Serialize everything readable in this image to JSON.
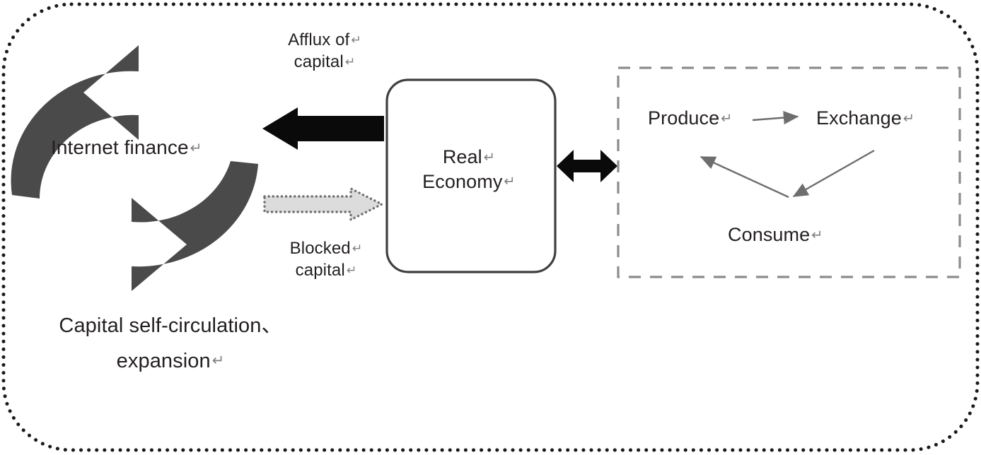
{
  "diagram": {
    "title": "Internet finance and real economy capital flow diagram",
    "outer_frame": {
      "name": "outer-dotted-frame",
      "style": "dotted",
      "color": "#1a1a1a"
    },
    "cycle_ring": {
      "name": "internet-finance-cycle",
      "label": "Internet finance",
      "pilcrow": "↵",
      "color": "#4a4a4a",
      "direction": "counter-clockwise"
    },
    "caption_left": {
      "name": "capital-self-circulation-caption",
      "lines": [
        "Capital self-circulation、",
        "expansion"
      ],
      "pilcrow": "↵"
    },
    "real_economy_box": {
      "name": "real-economy-box",
      "lines": [
        "Real",
        "Economy"
      ],
      "pilcrow": "↵",
      "border_color": "#3f3f3f",
      "fill": "#ffffff"
    },
    "arrows": {
      "afflux": {
        "name": "afflux-of-capital-arrow",
        "label_lines": [
          "Afflux of",
          "capital"
        ],
        "pilcrow": "↵",
        "direction": "left",
        "style": "solid",
        "color": "#0a0a0a"
      },
      "blocked": {
        "name": "blocked-capital-arrow",
        "label_lines": [
          "Blocked",
          "capital"
        ],
        "pilcrow": "↵",
        "direction": "right",
        "style": "dotted",
        "fill": "#dcdcdc",
        "color": "#6e6e6e"
      },
      "bidirectional": {
        "name": "real-economy-to-cycle-double-arrow",
        "direction": "both",
        "color": "#0a0a0a"
      }
    },
    "dashed_box": {
      "name": "economic-cycle-dashed-box",
      "border_color": "#8c8c8c",
      "style": "dashed",
      "nodes": [
        {
          "name": "node-produce",
          "label": "Produce",
          "pilcrow": "↵"
        },
        {
          "name": "node-exchange",
          "label": "Exchange",
          "pilcrow": "↵"
        },
        {
          "name": "node-consume",
          "label": "Consume",
          "pilcrow": "↵"
        }
      ],
      "edges": [
        {
          "name": "edge-produce-exchange",
          "from": "Produce",
          "to": "Exchange"
        },
        {
          "name": "edge-exchange-consume",
          "from": "Exchange",
          "to": "Consume"
        },
        {
          "name": "edge-consume-produce",
          "from": "Consume",
          "to": "Produce"
        }
      ],
      "connector_color": "#6e6e6e"
    }
  }
}
